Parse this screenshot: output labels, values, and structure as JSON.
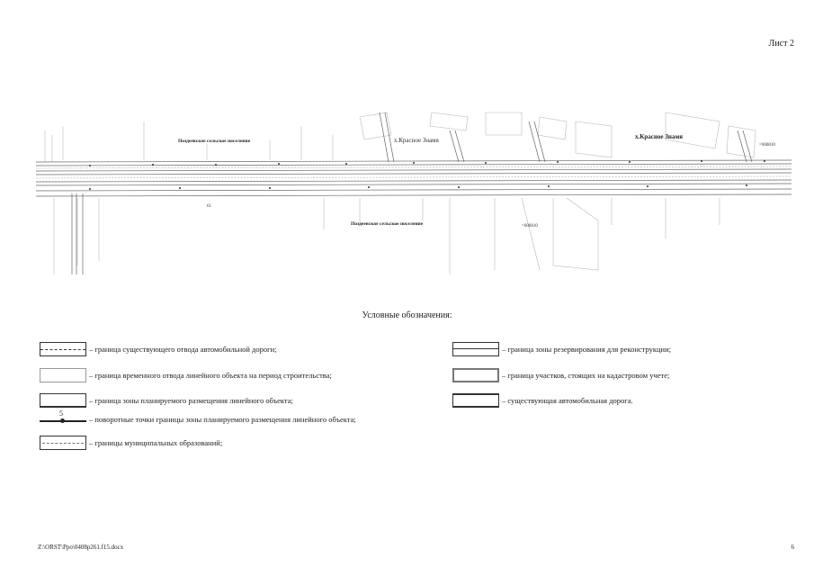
{
  "sheet_label": "Лист 2",
  "map": {
    "settlement_1": "х.Красное Знамя",
    "settlement_2": "х.Красное Знамя",
    "municipality_north": "Поздеевское сельское поселение",
    "municipality_south": "Поздеевское сельское поселение",
    "parcel_label": "61",
    "grid_label_1": "=600810",
    "grid_label_2": "=600810"
  },
  "legend": {
    "title": "Условные обозначения:",
    "items": [
      {
        "text": "– граница существующего отвода  автомобильной дороги;"
      },
      {
        "text": "– граница временного отвода линейного объекта на период строительства;"
      },
      {
        "text": "– граница зоны планируемого размещения линейного объекта;"
      },
      {
        "text": "– поворотные точки границы зоны планируемого размещения линейного объекта;",
        "marker": "5"
      },
      {
        "text": "– границы муниципальных образований;"
      },
      {
        "text": "– граница зоны резервирования для реконструкции;"
      },
      {
        "text": "– граница участков, стоящих на кадастровом учете;"
      },
      {
        "text": "– существующая автомобильная дорога."
      }
    ]
  },
  "footer": {
    "path": "Z:\\ORST\\Ppo\\0408p261.f15.docx",
    "page": "6"
  },
  "colors": {
    "road_line": "#555555",
    "parcel_line": "#999999",
    "text": "#222222"
  }
}
